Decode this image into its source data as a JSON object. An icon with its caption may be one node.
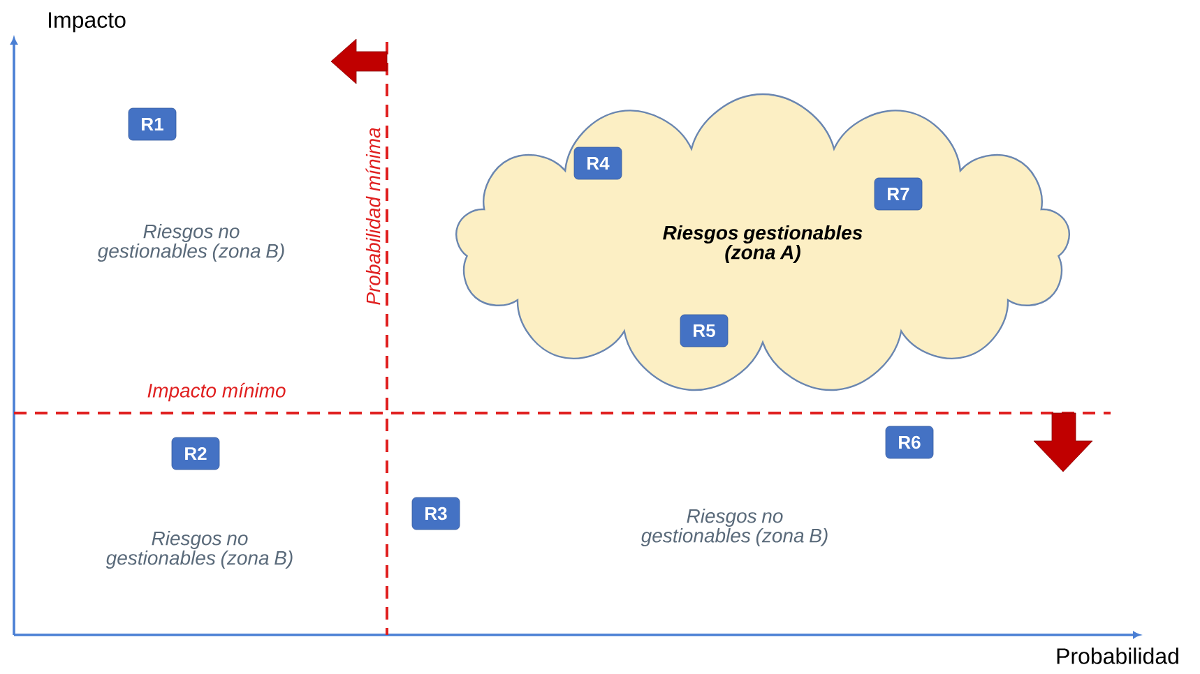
{
  "diagram": {
    "nodes": [
      {
        "text": [
          "R1"
        ]
      },
      {
        "text": [
          "Riesgos gestionables (zona A)"
        ]
      },
      {
        "text": [
          "R4"
        ],
        "in": 1
      },
      {
        "text": [
          "R7"
        ],
        "in": 1
      },
      {
        "text": [
          "R5"
        ],
        "in": 1
      },
      {
        "text": [
          "R2"
        ]
      },
      {
        "text": [
          "R6"
        ]
      },
      {
        "text": [
          "R3"
        ]
      }
    ],
    "edges": [],
    "labels": [
      "Impacto",
      "Probabilidad mínima",
      "Riesgos no gestionables (zona B)",
      "Impacto mínimo",
      "Riesgos no gestionables (zona B)",
      "Riesgos no gestionables (zona B)",
      "Probabilidad"
    ]
  }
}
